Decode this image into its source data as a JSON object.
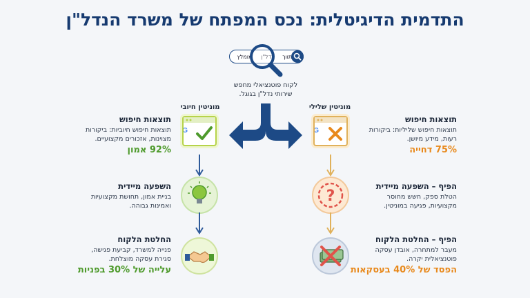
{
  "title": "התדמית הדיגיטלית: נכס המפתח של משרד הנדל\"ן",
  "search": {
    "tokens": [
      "מתווך",
      "נדל\"ן",
      "מומלץ"
    ],
    "caption_line1": "לקוח פוטנציאלי מחפש",
    "caption_line2": "שירותי נדל\"ן בגוגל."
  },
  "negative": {
    "label": "מוניטין שלילי",
    "results_title": "תוצאות חיפוש",
    "results_line1": "תוצאות חיפוש שליליות: ביקורות",
    "results_line2": "רעות, מידע מיושן.",
    "results_stat": "75% דחייה",
    "impact_title": "הפיף – השפעה מיידית",
    "impact_line1": "הטלת ספק, חשש מחוסר",
    "impact_line2": "מקצועיות, פגיעה במוניטין.",
    "decision_title": "הפיף – החלטת הלקוח",
    "decision_line1": "מעבר למתחרה, אובדן עסקה",
    "decision_line2": "פוטנציאלית יקרה.",
    "decision_stat": "הפסד של 40% בעסקאות",
    "colors": {
      "accent": "#e8891c"
    }
  },
  "positive": {
    "label": "מוניטין חיובי",
    "results_title": "תוצאות חיפוש",
    "results_line1": "תוצאות חיפוש חיוביות: ביקורות",
    "results_line2": "מצוינות, אזכורים מקצועיים.",
    "results_stat": "92% אמון",
    "impact_title": "השפעה מיידית",
    "impact_line1": "בניית אמון, תחושת מקצועיות",
    "impact_line2": "ואמינות גבוהה.",
    "decision_title": "החלטת הלקוח",
    "decision_line1": "פנייה למשרד, קביעת פגישה,",
    "decision_line2": "סגירת עסקה מוצלחת.",
    "decision_stat": "עלייה של 30% בפניות",
    "colors": {
      "accent": "#4e9a2c"
    }
  },
  "icons": {
    "search": "magnifier-icon",
    "split": "split-arrow-icon",
    "neg_browser": "google-x-icon",
    "pos_browser": "google-check-icon",
    "question": "question-mark-icon",
    "bulb": "lightbulb-icon",
    "money": "crossed-money-icon",
    "handshake": "handshake-icon"
  }
}
